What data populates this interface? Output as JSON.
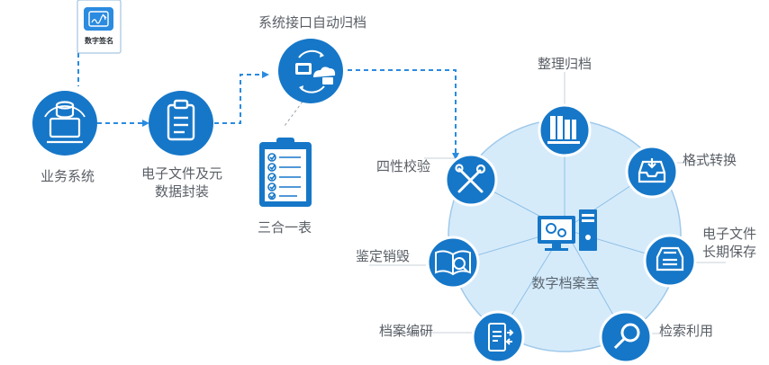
{
  "colors": {
    "primary": "#1677c8",
    "circle_fill": "#d6ebfa",
    "circle_stroke": "#9fc9ea",
    "dash": "#2a8be0",
    "label": "#5a5f66"
  },
  "signature": {
    "label": "数字签名",
    "icon": "signature-card-icon"
  },
  "flow": {
    "business": {
      "label": "业务系统",
      "icon": "computer-database-icon"
    },
    "package": {
      "label_line1": "电子文件及元",
      "label_line2": "数据封装",
      "icon": "clipboard-icon"
    },
    "interface": {
      "label": "系统接口自动归档",
      "icon": "sync-cloud-icon"
    },
    "checklist": {
      "label": "三合一表",
      "icon": "checklist-icon"
    }
  },
  "archive": {
    "center_label": "数字档案室",
    "center_icon": "desktop-computer-icon",
    "nodes": {
      "organize": {
        "label": "整理归档",
        "icon": "binders-icon"
      },
      "format": {
        "label": "格式转换",
        "icon": "inbox-tray-icon"
      },
      "longterm": {
        "label_line1": "电子文件",
        "label_line2": "长期保存",
        "icon": "archive-box-icon"
      },
      "search": {
        "label": "检索利用",
        "icon": "magnifier-icon"
      },
      "compile": {
        "label": "档案编研",
        "icon": "mobile-document-icon"
      },
      "appraise": {
        "label": "鉴定销毁",
        "icon": "book-search-icon"
      },
      "verify": {
        "label": "四性校验",
        "icon": "tools-icon"
      }
    }
  }
}
